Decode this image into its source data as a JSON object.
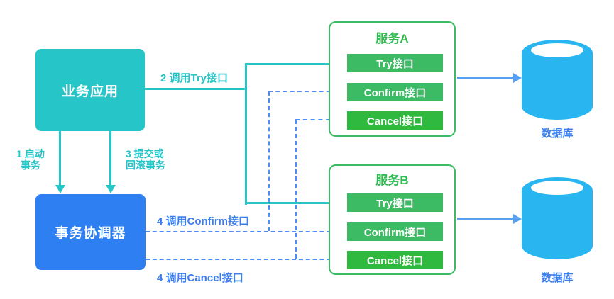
{
  "colors": {
    "teal": "#25C5C8",
    "blue": "#2E7FF2",
    "green-border": "#3CBB63",
    "green-title": "#2EBA4E",
    "green-button": "#3CBA64",
    "green-button-cancel": "#2FBA3F",
    "db-blue": "#29B5F0",
    "db-arrow-blue": "#55A0F2",
    "dashed-blue": "#4C8EF8",
    "label-blue": "#3A7EF0"
  },
  "nodes": {
    "business_app": "业务应用",
    "coordinator": "事务协调器",
    "services": [
      {
        "title": "服务A",
        "buttons": [
          {
            "label": "Try接口"
          },
          {
            "label": "Confirm接口"
          },
          {
            "label": "Cancel接口"
          }
        ]
      },
      {
        "title": "服务B",
        "buttons": [
          {
            "label": "Try接口"
          },
          {
            "label": "Confirm接口"
          },
          {
            "label": "Cancel接口"
          }
        ]
      }
    ],
    "databases": [
      {
        "label": "数据库"
      },
      {
        "label": "数据库"
      }
    ]
  },
  "edges": {
    "step1": {
      "line1": "1 启动",
      "line2": "事务"
    },
    "step2": "2 调用Try接口",
    "step3": {
      "line1": "3 提交或",
      "line2": "回滚事务"
    },
    "step4_confirm": "4 调用Confirm接口",
    "step4_cancel": "4 调用Cancel接口"
  }
}
